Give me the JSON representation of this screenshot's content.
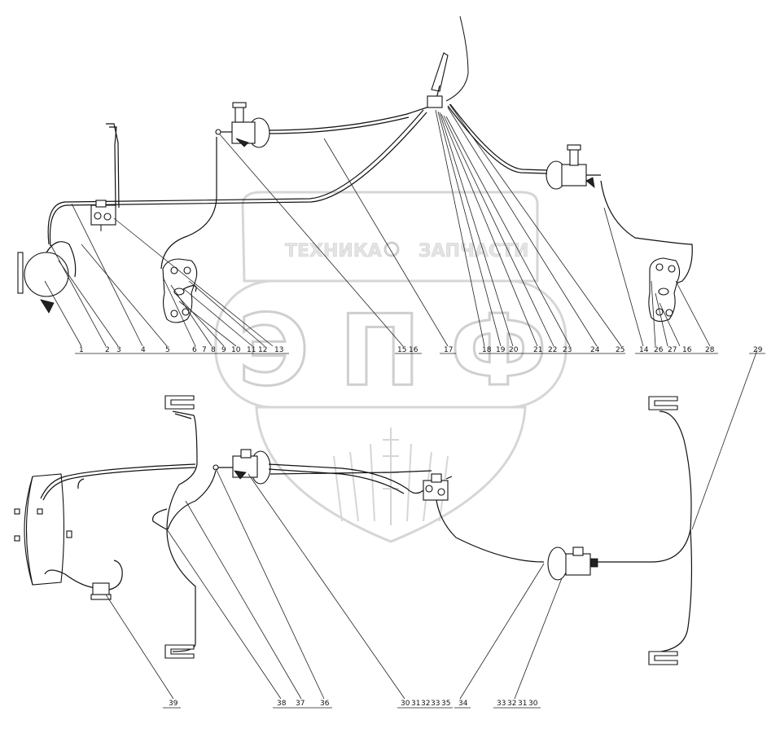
{
  "watermark": {
    "left_word": "ТЕХНИКА",
    "right_word": "ЗАПЧАСТИ",
    "logo_letters": "ЭПФ"
  },
  "callouts_top": [
    "1",
    "2",
    "3",
    "4",
    "5",
    "6",
    "7",
    "8",
    "9",
    "10",
    "11",
    "12",
    "13",
    "15",
    "16",
    "17",
    "18",
    "19",
    "20",
    "21",
    "22",
    "23",
    "24",
    "25",
    "14",
    "26",
    "27",
    "16",
    "28",
    "29"
  ],
  "callouts_bottom": [
    "39",
    "38",
    "37",
    "36",
    "30",
    "31",
    "32",
    "33",
    "35",
    "34",
    "33",
    "32",
    "31",
    "30"
  ]
}
